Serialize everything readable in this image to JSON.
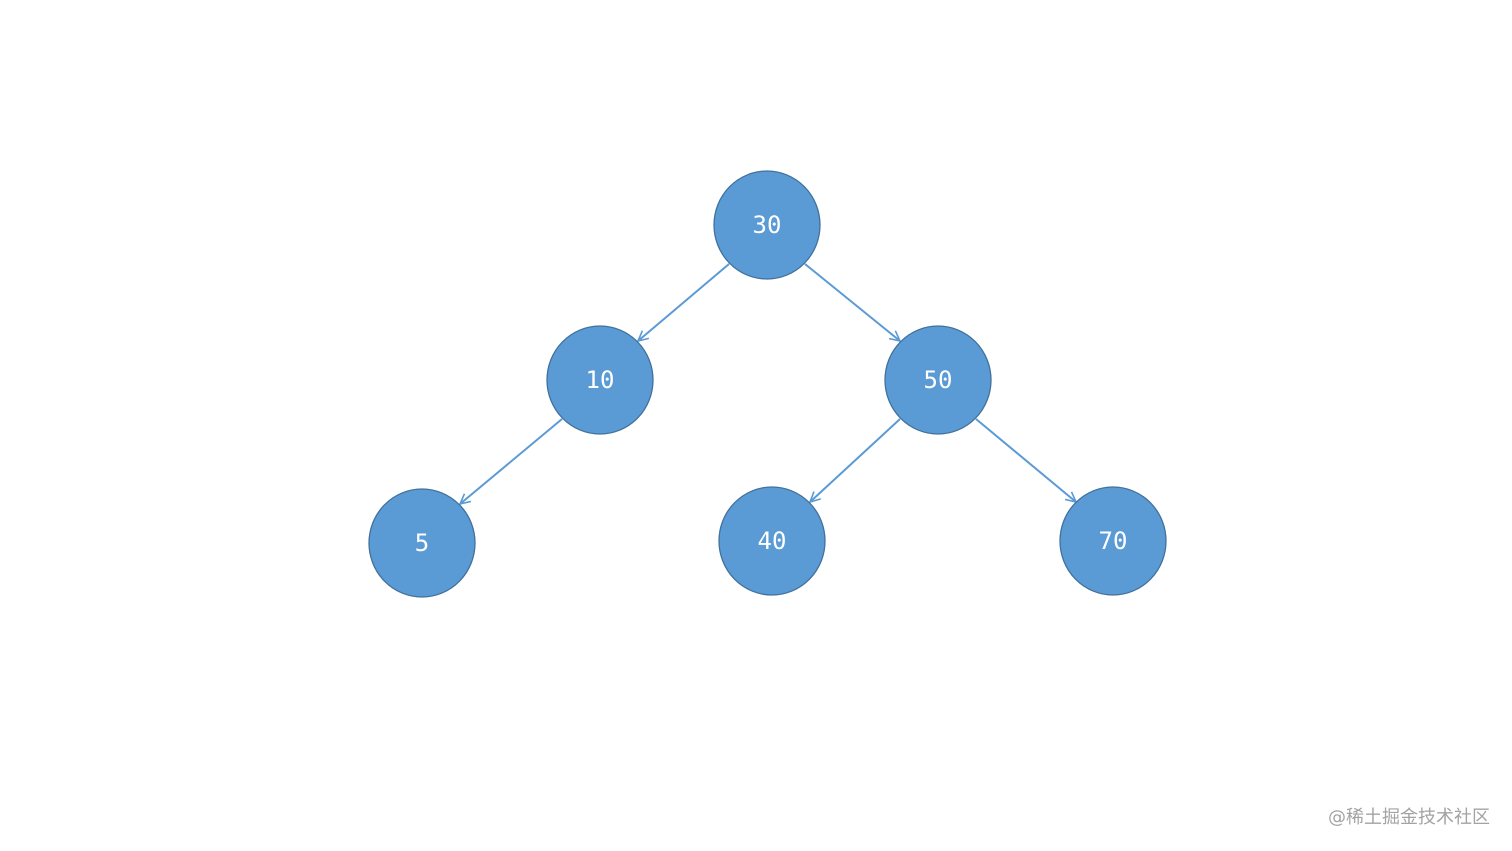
{
  "colors": {
    "node_fill": "#5b9bd5",
    "node_stroke": "#41719c",
    "edge": "#5b9bd5",
    "label": "#ffffff",
    "watermark": "#a3a3a3"
  },
  "tree": {
    "nodes": [
      {
        "id": "n30",
        "label": "30"
      },
      {
        "id": "n10",
        "label": "10"
      },
      {
        "id": "n50",
        "label": "50"
      },
      {
        "id": "n5",
        "label": "5"
      },
      {
        "id": "n40",
        "label": "40"
      },
      {
        "id": "n70",
        "label": "70"
      }
    ],
    "edges": [
      {
        "from": "n30",
        "to": "n10"
      },
      {
        "from": "n30",
        "to": "n50"
      },
      {
        "from": "n10",
        "to": "n5"
      },
      {
        "from": "n50",
        "to": "n40"
      },
      {
        "from": "n50",
        "to": "n70"
      }
    ]
  },
  "watermark": "@稀土掘金技术社区"
}
